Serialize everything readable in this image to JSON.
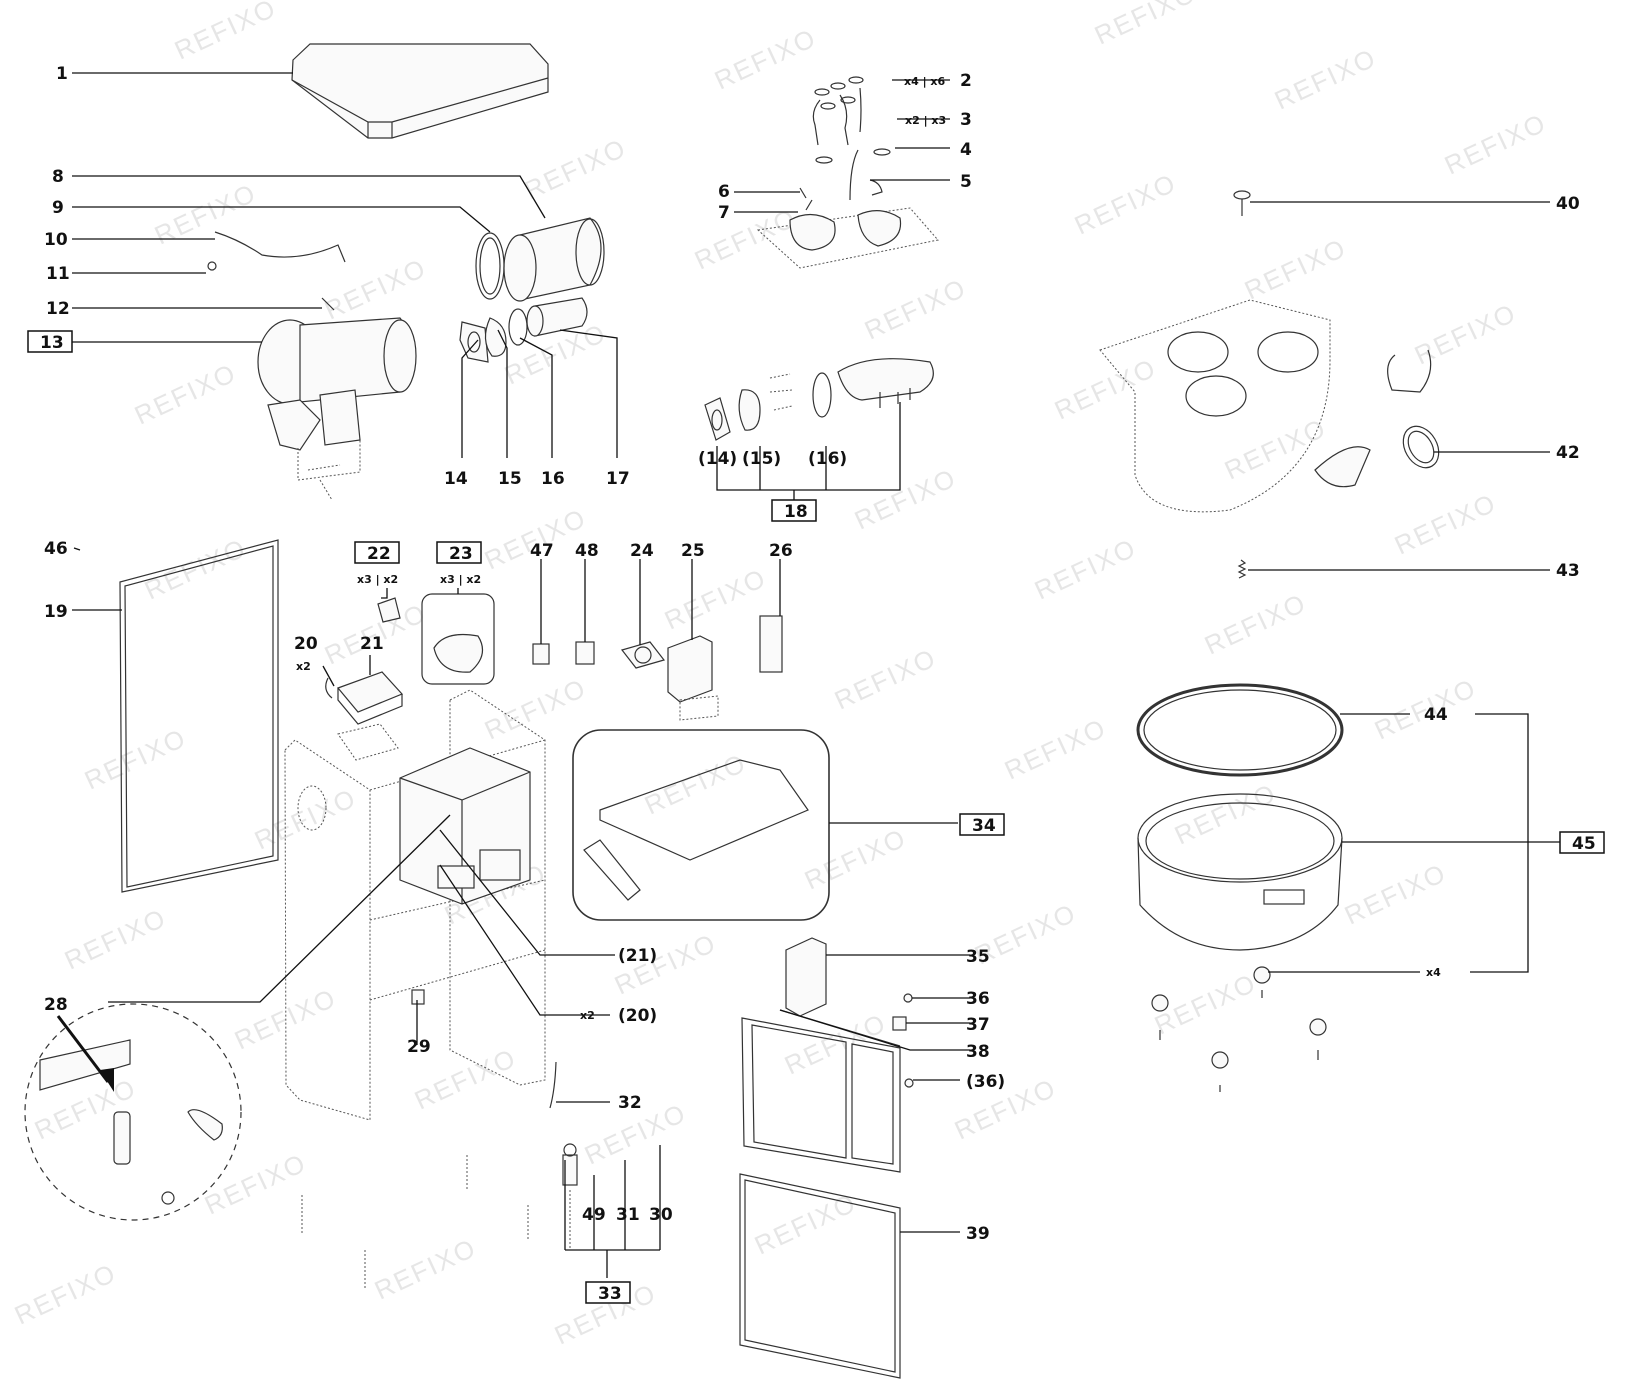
{
  "watermark": "REFIXO",
  "labels": {
    "l1": "1",
    "l2": "2",
    "l3": "3",
    "l4": "4",
    "l5": "5",
    "l6": "6",
    "l7": "7",
    "l8": "8",
    "l9": "9",
    "l10": "10",
    "l11": "11",
    "l12": "12",
    "l13": "13",
    "l14": "14",
    "l15": "15",
    "l16": "16",
    "l17": "17",
    "l14p": "(14)",
    "l15p": "(15)",
    "l16p": "(16)",
    "l18": "18",
    "l19": "19",
    "l20": "20",
    "l21": "21",
    "l22": "22",
    "l23": "23",
    "l24": "24",
    "l25": "25",
    "l26": "26",
    "l28": "28",
    "l29": "29",
    "l30": "30",
    "l31": "31",
    "l32": "32",
    "l33": "33",
    "l34": "34",
    "l35": "35",
    "l36": "36",
    "l36p": "(36)",
    "l37": "37",
    "l38": "38",
    "l39": "39",
    "l40": "40",
    "l42": "42",
    "l43": "43",
    "l44": "44",
    "l45": "45",
    "l46": "46",
    "l47": "47",
    "l48": "48",
    "l49": "49",
    "l21p": "(21)",
    "l20p": "(20)"
  },
  "qty": {
    "q2": "x4 | x6",
    "q3": "x2 | x3",
    "q22": "x3 | x2",
    "q23": "x3 | x2",
    "q20": "x2",
    "q20p": "x2",
    "q45": "x4"
  }
}
